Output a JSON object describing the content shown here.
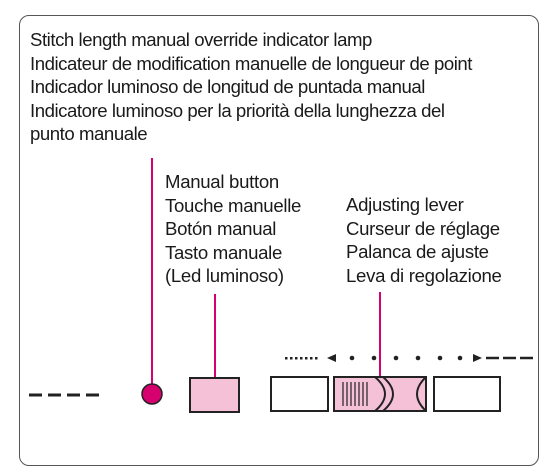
{
  "indicator_lamp": {
    "lines": [
      "Stitch length manual override indicator lamp",
      "Indicateur de modification manuelle de longueur de point",
      "Indicador luminoso de longitud de puntada manual",
      "Indicatore luminoso per la priorità della lunghezza del",
      "punto manuale"
    ]
  },
  "manual_button": {
    "lines": [
      "Manual button",
      "Touche manuelle",
      "Botón manual",
      "Tasto manuale",
      "(Led luminoso)"
    ]
  },
  "adjusting_lever": {
    "lines": [
      "Adjusting lever",
      "Curseur de réglage",
      "Palanca de ajuste",
      "Leva di regolazione"
    ]
  },
  "colors": {
    "accent": "#d6006f",
    "button_fill": "#f4c1d6",
    "outline": "#222222"
  }
}
